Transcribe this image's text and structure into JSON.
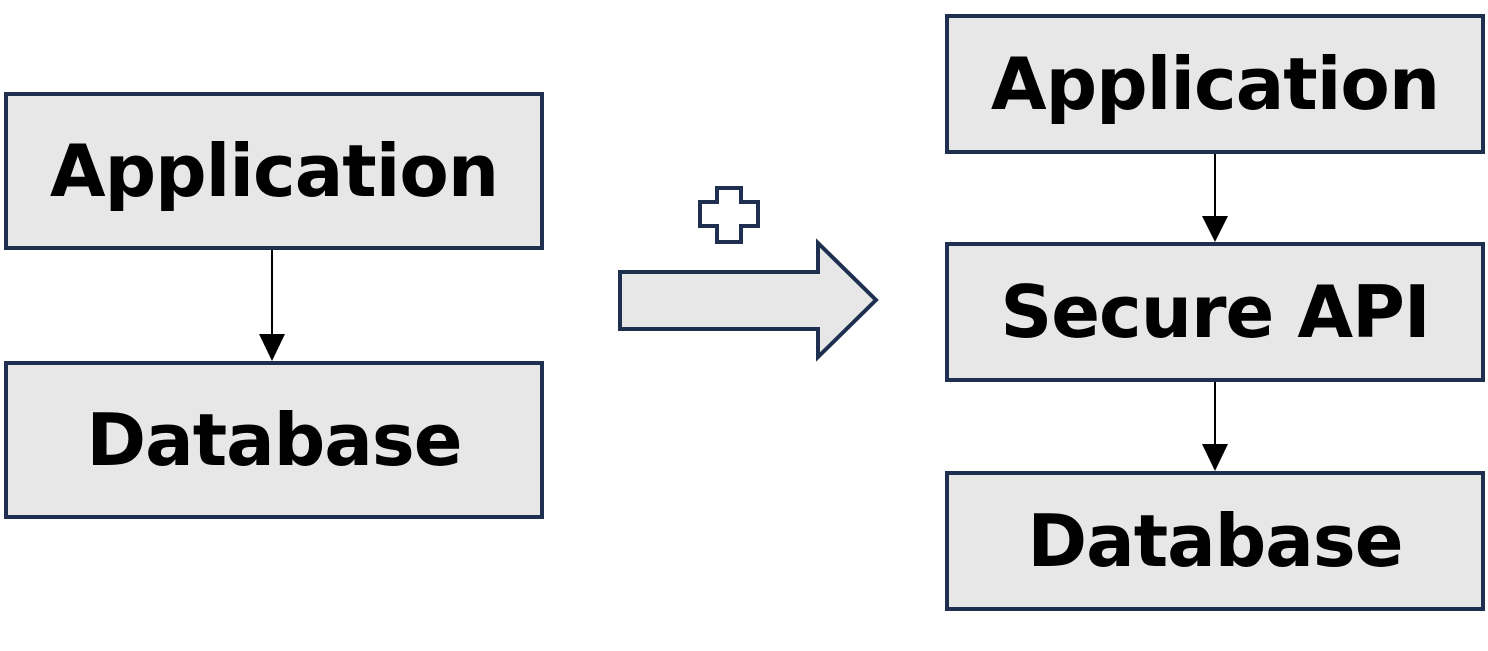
{
  "before": {
    "top_box": "Application",
    "bottom_box": "Database"
  },
  "after": {
    "top_box": "Application",
    "middle_box": "Secure API",
    "bottom_box": "Database"
  },
  "colors": {
    "box_fill": "#e7e7e7",
    "box_border": "#1f2f4f",
    "text": "#000000",
    "connector": "#000000"
  },
  "icons": {
    "transition": "plus-icon",
    "direction": "block-arrow-right-icon"
  }
}
